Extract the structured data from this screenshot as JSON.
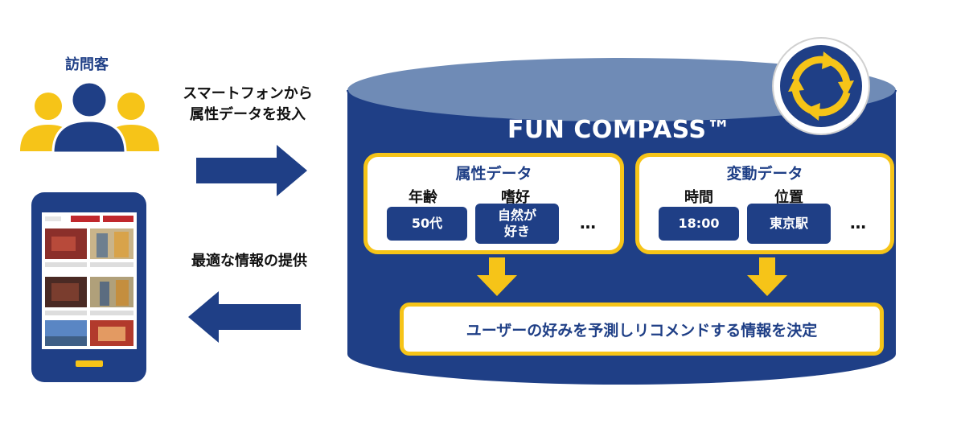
{
  "visitor": {
    "label": "訪問客"
  },
  "captions": {
    "input_line1": "スマートフォンから",
    "input_line2": "属性データを投入",
    "output": "最適な情報の提供"
  },
  "database": {
    "title": "FUN COMPASS™"
  },
  "attribute_box": {
    "title": "属性データ",
    "col1_label": "年齢",
    "col2_label": "嗜好",
    "chip1": "50代",
    "chip2_line1": "自然が",
    "chip2_line2": "好き",
    "ellipsis": "…"
  },
  "variable_box": {
    "title": "変動データ",
    "col1_label": "時間",
    "col2_label": "位置",
    "chip1": "18:00",
    "chip2": "東京駅",
    "ellipsis": "…"
  },
  "result": {
    "text": "ユーザーの好みを予測しリコメンドする情報を決定"
  },
  "colors": {
    "navy": "#1f3f86",
    "yellow": "#f6c418",
    "db_top": "#6f8bb6"
  }
}
